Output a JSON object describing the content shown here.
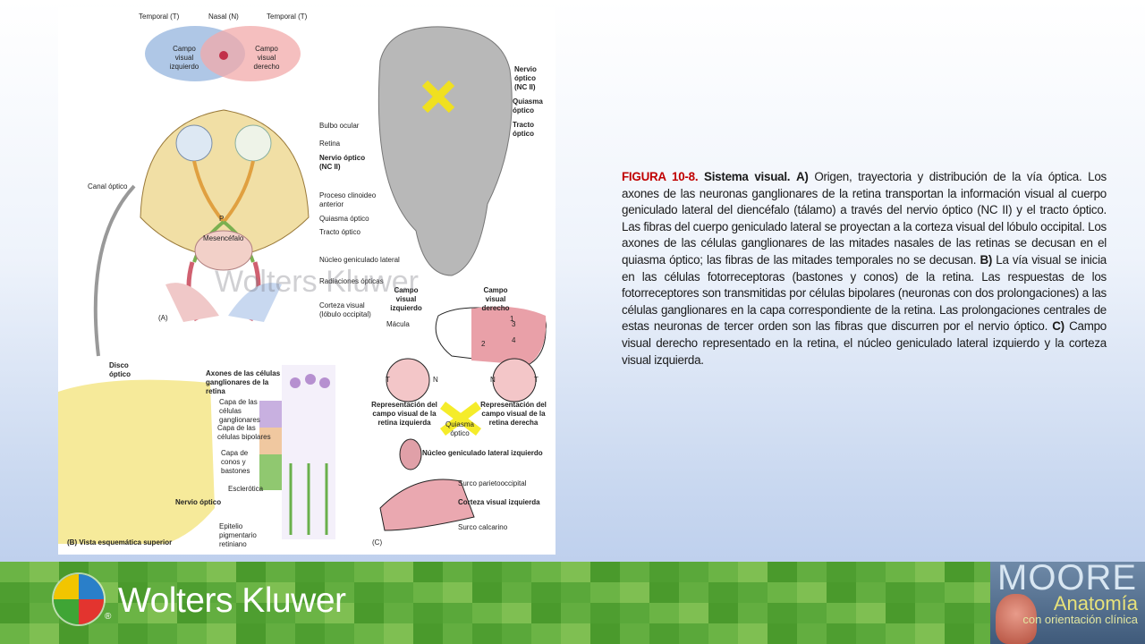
{
  "figure": {
    "panel_a": {
      "field_labels": [
        "Temporal (T)",
        "Nasal (N)",
        "Temporal (T)"
      ],
      "left_field": "Campo visual izquierdo",
      "right_field": "Campo visual derecho",
      "labels": {
        "bulbo": "Bulbo ocular",
        "retina": "Retina",
        "nervio": "Nervio óptico (NC II)",
        "canal": "Canal óptico",
        "proceso": "Proceso clinoideo anterior",
        "quiasma": "Quiasma óptico",
        "tracto": "Tracto óptico",
        "p": "P",
        "mesencefalo": "Mesencéfalo",
        "nucleo": "Núcleo geniculado lateral",
        "radiaciones": "Radiaciones ópticas",
        "corteza": "Corteza visual (lóbulo occipital)",
        "tag": "(A)"
      },
      "brain_labels": {
        "nervio": "Nervio óptico (NC II)",
        "quiasma": "Quiasma óptico",
        "tracto": "Tracto óptico"
      }
    },
    "panel_b": {
      "disco": "Disco óptico",
      "axones": "Axones de las células ganglionares de la retina",
      "capa_ganglionares": "Capa de las células ganglionares",
      "capa_bipolares": "Capa de las células bipolares",
      "capa_conos": "Capa de conos y bastones",
      "esclerotica": "Esclerótica",
      "nervio": "Nervio óptico",
      "epitelio": "Epitelio pigmentario retiniano",
      "tag": "(B) Vista esquemática superior"
    },
    "panel_c": {
      "campo_izq": "Campo visual izquierdo",
      "campo_der": "Campo visual derecho",
      "macula": "Mácula",
      "n1": "1",
      "n2": "2",
      "n3": "3",
      "n4": "4",
      "t": "T",
      "n": "N",
      "repr_izq": "Representación del campo visual de la retina izquierda",
      "repr_der": "Representación del campo visual de la retina derecha",
      "quiasma": "Quiasma óptico",
      "nucleo": "Núcleo geniculado lateral izquierdo",
      "surco_po": "Surco parietooccipital",
      "corteza": "Corteza visual izquierda",
      "surco_calc": "Surco calcarino",
      "tag": "(C)"
    },
    "watermark": "Wolters Kluwer"
  },
  "caption": {
    "fig": "FIGURA 10-8.",
    "title": "Sistema visual.",
    "a_tag": "A)",
    "a_text": "Origen, trayectoria y distribución de la vía óptica. Los axones de las neuronas ganglionares de la retina transportan la información visual al cuerpo geniculado lateral del diencéfalo (tálamo) a través del nervio óptico (NC II) y el tracto óptico. Las fibras del cuerpo geniculado lateral se proyectan a la corteza visual del lóbulo occipital. Los axones de las células ganglionares de las mitades nasales de las retinas se decusan en el quiasma óptico; las fibras de las mitades temporales no se decusan.",
    "b_tag": "B)",
    "b_text": "La vía visual se inicia en las células fotorreceptoras (bastones y conos) de la retina. Las respuestas de los fotorreceptores son transmitidas por células bipolares (neuronas con dos prolongaciones) a las células ganglionares en la capa correspondiente de la retina. Las prolongaciones centrales de estas neuronas de tercer orden son las fibras que discurren por el nervio óptico.",
    "c_tag": "C)",
    "c_text": "Campo visual derecho representado en la retina, el núcleo geniculado lateral izquierdo y la corteza visual izquierda."
  },
  "footer": {
    "brand": "Wolters Kluwer",
    "reg": "®",
    "book_title": "MOORE",
    "book_sub1": "Anatomía",
    "book_sub2": "con orientación clínica"
  }
}
